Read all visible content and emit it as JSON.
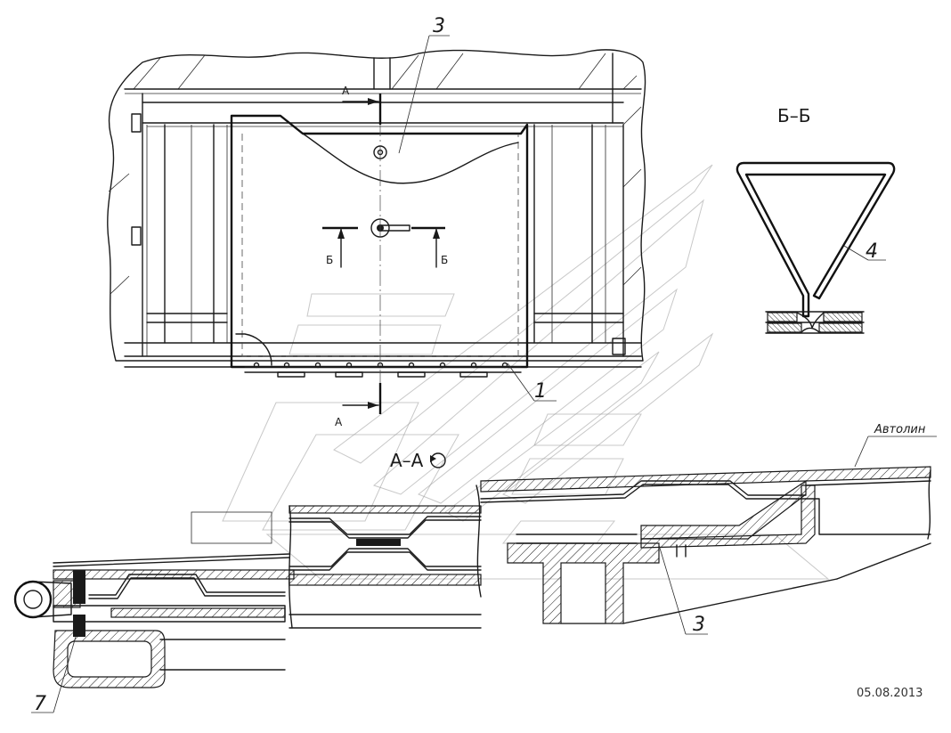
{
  "callouts": {
    "top_3": "3",
    "part_1": "1",
    "part_4": "4",
    "bottom_3": "3",
    "part_7": "7"
  },
  "section_marks": {
    "a_top": "А",
    "a_bottom": "А",
    "b_left": "Б",
    "b_right": "Б"
  },
  "section_titles": {
    "b_b": "Б–Б",
    "a_a": "А–А"
  },
  "note_avtolin": "Автолин",
  "date": "05.08.2013",
  "icons": {
    "view_symbol": "view-rotation-icon"
  }
}
